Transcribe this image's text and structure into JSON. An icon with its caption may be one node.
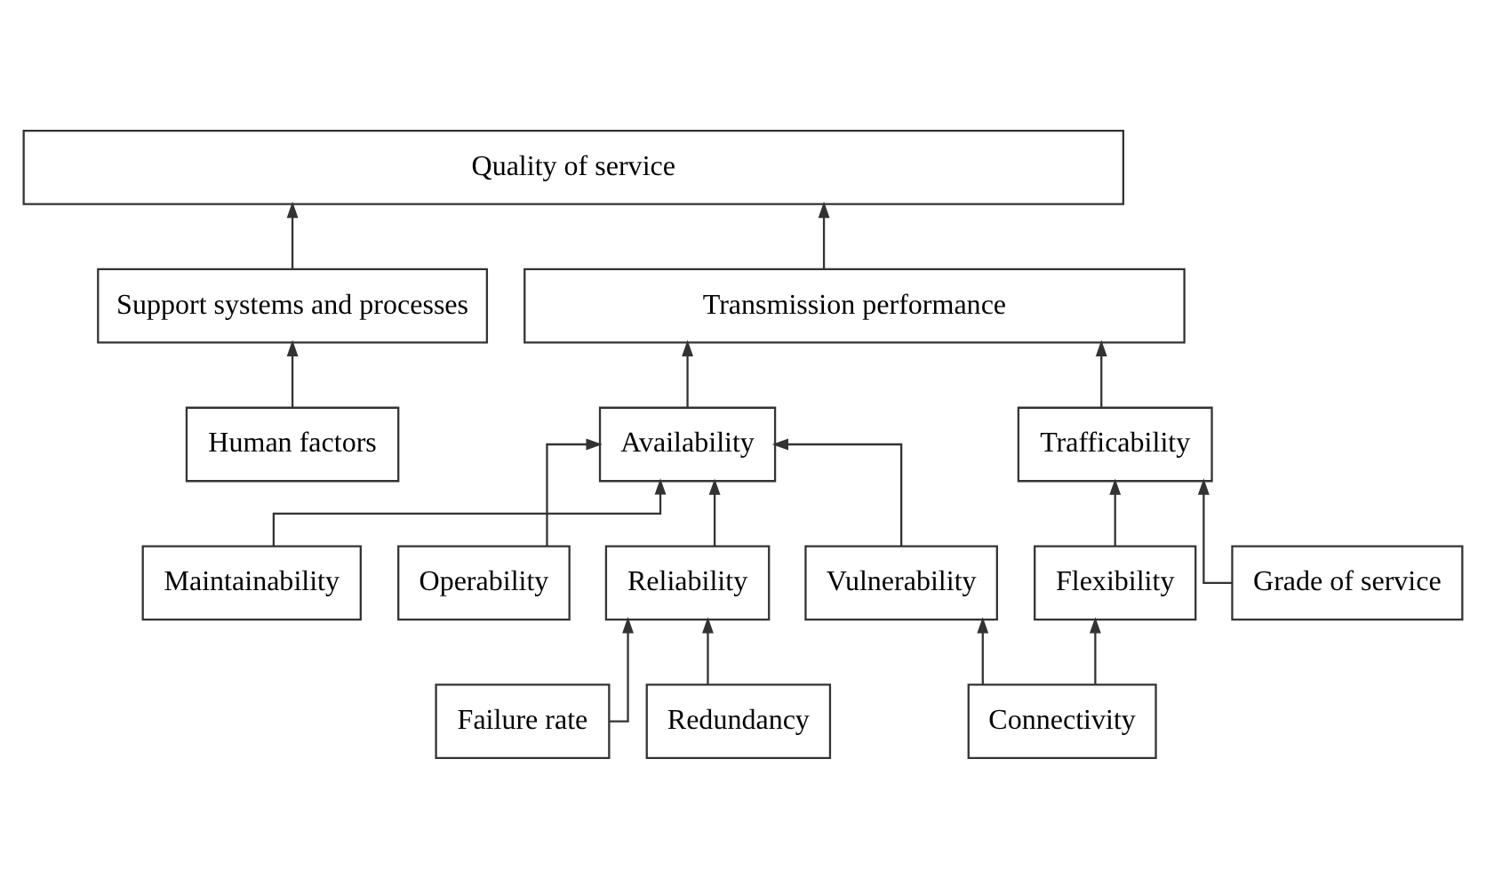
{
  "diagram": {
    "nodes": [
      {
        "text": [
          "Quality of service"
        ]
      },
      {
        "text": [
          "Support systems and processes"
        ]
      },
      {
        "text": [
          "Transmission performance"
        ]
      },
      {
        "text": [
          "Human factors"
        ]
      },
      {
        "text": [
          "Availability"
        ]
      },
      {
        "text": [
          "Trafficability"
        ]
      },
      {
        "text": [
          "Maintainability"
        ]
      },
      {
        "text": [
          "Operability"
        ]
      },
      {
        "text": [
          "Reliability"
        ]
      },
      {
        "text": [
          "Vulnerability"
        ]
      },
      {
        "text": [
          "Flexibility"
        ]
      },
      {
        "text": [
          "Grade of service"
        ]
      },
      {
        "text": [
          "Failure rate"
        ]
      },
      {
        "text": [
          "Redundancy"
        ]
      },
      {
        "text": [
          "Connectivity"
        ]
      }
    ],
    "edges": [
      {
        "from": 1,
        "to": 0,
        "arrow": "to"
      },
      {
        "from": 2,
        "to": 0,
        "arrow": "to"
      },
      {
        "from": 3,
        "to": 1,
        "arrow": "to"
      },
      {
        "from": 4,
        "to": 2,
        "arrow": "to"
      },
      {
        "from": 5,
        "to": 2,
        "arrow": "to"
      },
      {
        "from": 6,
        "to": 4,
        "arrow": "to"
      },
      {
        "from": 7,
        "to": 4,
        "arrow": "to"
      },
      {
        "from": 8,
        "to": 4,
        "arrow": "to"
      },
      {
        "from": 9,
        "to": 4,
        "arrow": "to"
      },
      {
        "from": 10,
        "to": 5,
        "arrow": "to"
      },
      {
        "from": 11,
        "to": 5,
        "arrow": "to"
      },
      {
        "from": 12,
        "to": 8,
        "arrow": "to"
      },
      {
        "from": 13,
        "to": 8,
        "arrow": "to"
      },
      {
        "from": 14,
        "to": 9,
        "arrow": "to"
      },
      {
        "from": 14,
        "to": 10,
        "arrow": "to"
      }
    ]
  }
}
